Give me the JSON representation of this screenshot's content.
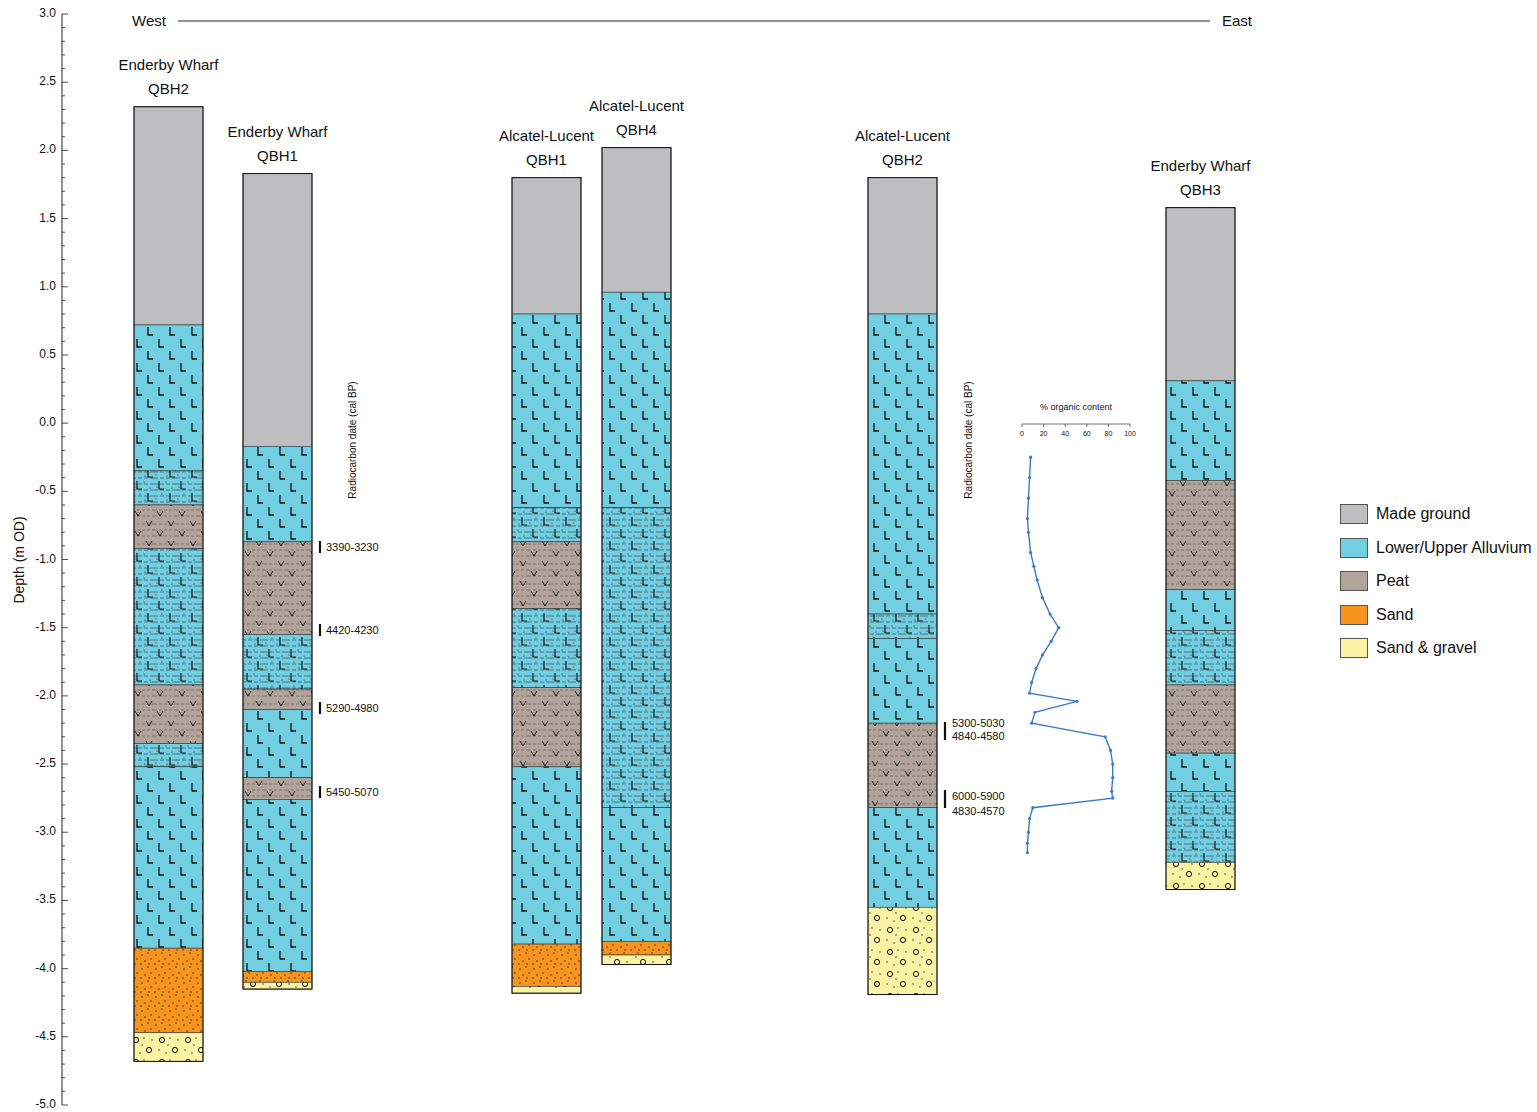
{
  "diagram": {
    "nodes": [
      {
        "text": [
          "Enderby Wharf QBH2"
        ]
      },
      {
        "text": [
          "Enderby Wharf QBH1"
        ]
      },
      {
        "text": [
          "Alcatel-Lucent QBH1"
        ]
      },
      {
        "text": [
          "Alcatel-Lucent QBH4"
        ]
      },
      {
        "text": [
          "Alcatel-Lucent QBH2"
        ]
      },
      {
        "text": [
          "Enderby Wharf QBH3"
        ]
      }
    ],
    "edges": [],
    "labels": [
      "West",
      "East",
      "Depth (m OD)",
      "3.0",
      "2.5",
      "2.0",
      "1.5",
      "1.0",
      "0.5",
      "0.0",
      "-0.5",
      "-1.0",
      "-1.5",
      "-2.0",
      "-2.5",
      "-3.0",
      "-3.5",
      "-4.0",
      "-4.5",
      "-5.0",
      "Radiocarbon date (cal BP)",
      "3390-3230",
      "4420-4230",
      "5290-4980",
      "5450-5070",
      "Radiocarbon date (cal BP)",
      "5300-5030",
      "4840-4580",
      "6000-5900",
      "4830-4570",
      "% organic content",
      "0",
      "20",
      "40",
      "60",
      "80",
      "100"
    ],
    "legend": [
      {
        "text": "Made ground",
        "color": "#bcbec0"
      },
      {
        "text": "Lower/Upper Alluvium",
        "color": "#72cfe2"
      },
      {
        "text": "Peat",
        "color": "#b2a49b"
      },
      {
        "text": "Sand",
        "color": "#f7941d"
      },
      {
        "text": "Sand & gravel",
        "color": "#faf3a3"
      }
    ]
  }
}
